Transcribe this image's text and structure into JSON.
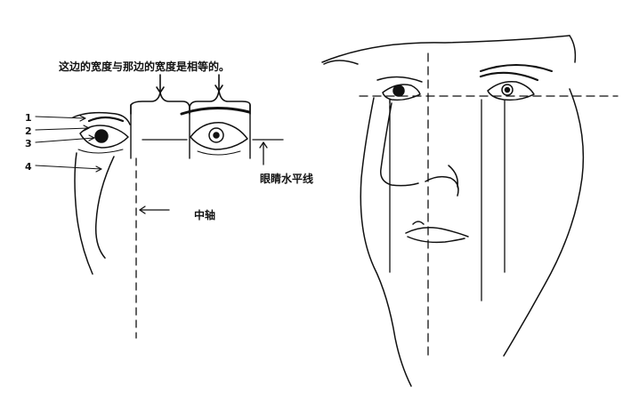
{
  "diagram": {
    "top_note": "这边的宽度与那边的宽度是相等的。",
    "eye_line_label": "眼睛水平线",
    "axis_label": "中轴",
    "callouts": [
      "1",
      "2",
      "3",
      "4"
    ]
  }
}
